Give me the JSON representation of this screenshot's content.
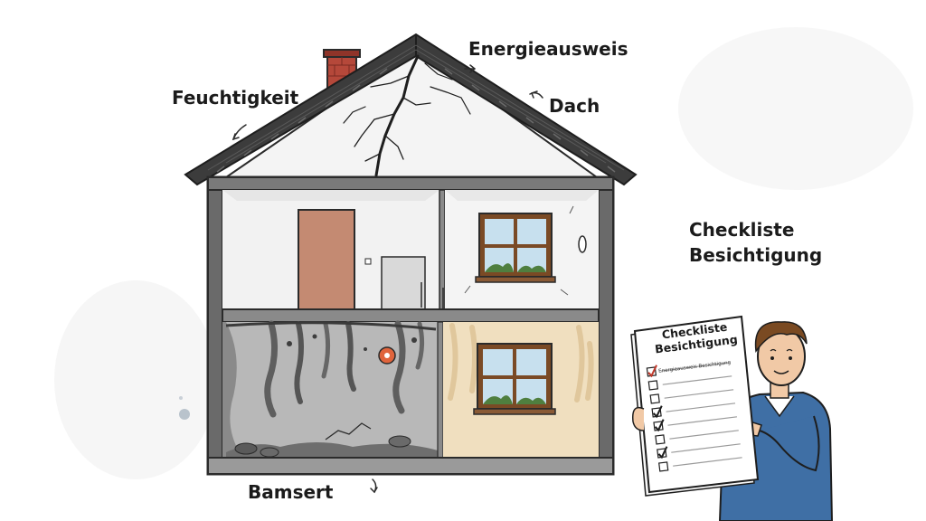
{
  "labels": {
    "feuchtigkeit": "Feuchtigkeit",
    "energieausweis": "Energieausweis",
    "dach": "Dach",
    "bamsert": "Bamsert",
    "checklist_line1": "Checkliste",
    "checklist_line2": "Besichtigung"
  },
  "document": {
    "title_line1": "Checkliste",
    "title_line2": "Besichtigung",
    "subtitle": "Energieausweis Besichtigung",
    "checkboxes": [
      {
        "checked": true
      },
      {
        "checked": false
      },
      {
        "checked": false
      },
      {
        "checked": true
      },
      {
        "checked": true
      },
      {
        "checked": false
      },
      {
        "checked": true
      },
      {
        "checked": false
      }
    ]
  },
  "colors": {
    "outline": "#2b2b2b",
    "roof": "#3c3c3c",
    "chimney": "#b5483a",
    "door": "#c48a72",
    "basement_mold": "#8a8a8a",
    "damp_wall": "#f0dfbf",
    "window_frame": "#7a4a25",
    "window_glass": "#c7e0ee",
    "person_shirt": "#3f6fa5",
    "person_hair": "#7a4a22",
    "skin": "#f1c9a6",
    "pipe": "#e0643c"
  }
}
